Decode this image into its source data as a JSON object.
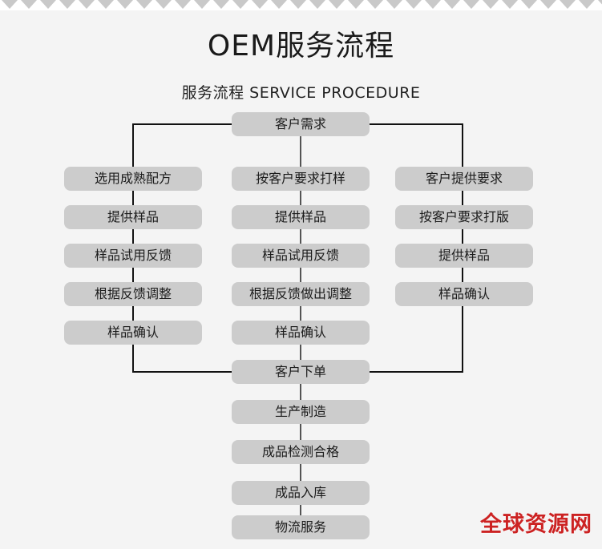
{
  "page": {
    "background_color": "#f4f4f4",
    "box_color": "#cccccc",
    "line_color": "#111111",
    "watermark_color": "#cc2222"
  },
  "header": {
    "title": "OEM服务流程",
    "subtitle": "服务流程 SERVICE PROCEDURE"
  },
  "chart_data": {
    "type": "diagram",
    "title": "OEM服务流程",
    "subtitle": "服务流程 SERVICE PROCEDURE",
    "layout": "three-branch flowchart converging to a single production chain",
    "start_node": "客户需求",
    "join_node": "客户下单",
    "branches": [
      {
        "name": "left",
        "steps": [
          "选用成熟配方",
          "提供样品",
          "样品试用反馈",
          "根据反馈调整",
          "样品确认"
        ]
      },
      {
        "name": "center",
        "steps": [
          "按客户要求打样",
          "提供样品",
          "样品试用反馈",
          "根据反馈做出调整",
          "样品确认"
        ]
      },
      {
        "name": "right",
        "steps": [
          "客户提供要求",
          "按客户要求打版",
          "提供样品",
          "样品确认"
        ]
      }
    ],
    "tail": [
      "生产制造",
      "成品检测合格",
      "成品入库",
      "物流服务"
    ]
  },
  "nodes": {
    "start": "客户需求",
    "left": {
      "s1": "选用成熟配方",
      "s2": "提供样品",
      "s3": "样品试用反馈",
      "s4": "根据反馈调整",
      "s5": "样品确认"
    },
    "center": {
      "s1": "按客户要求打样",
      "s2": "提供样品",
      "s3": "样品试用反馈",
      "s4": "根据反馈做出调整",
      "s5": "样品确认"
    },
    "right": {
      "s1": "客户提供要求",
      "s2": "按客户要求打版",
      "s3": "提供样品",
      "s4": "样品确认"
    },
    "join": "客户下单",
    "tail": {
      "t1": "生产制造",
      "t2": "成品检测合格",
      "t3": "成品入库",
      "t4": "物流服务"
    }
  },
  "watermark": {
    "text": "全球资源网"
  }
}
